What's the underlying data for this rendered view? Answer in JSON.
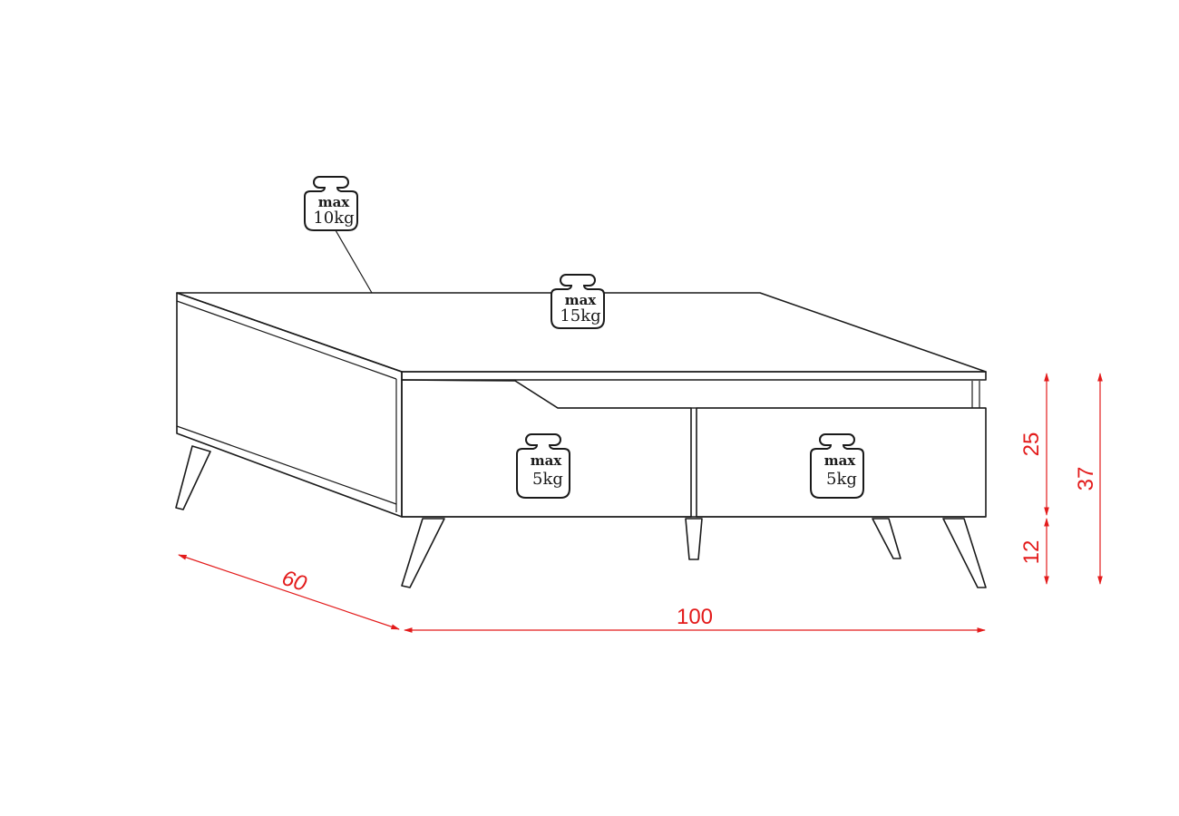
{
  "weights": {
    "top_drawer": {
      "max": "max",
      "value": "10kg"
    },
    "table_top": {
      "max": "max",
      "value": "15kg"
    },
    "drawer_left": {
      "max": "max",
      "value": "5kg"
    },
    "drawer_right": {
      "max": "max",
      "value": "5kg"
    }
  },
  "dimensions": {
    "depth": "60",
    "width": "100",
    "body_height": "25",
    "leg_height": "12",
    "total_height": "37"
  },
  "colors": {
    "outline": "#1a1a1a",
    "dimension": "#e31b1b"
  }
}
